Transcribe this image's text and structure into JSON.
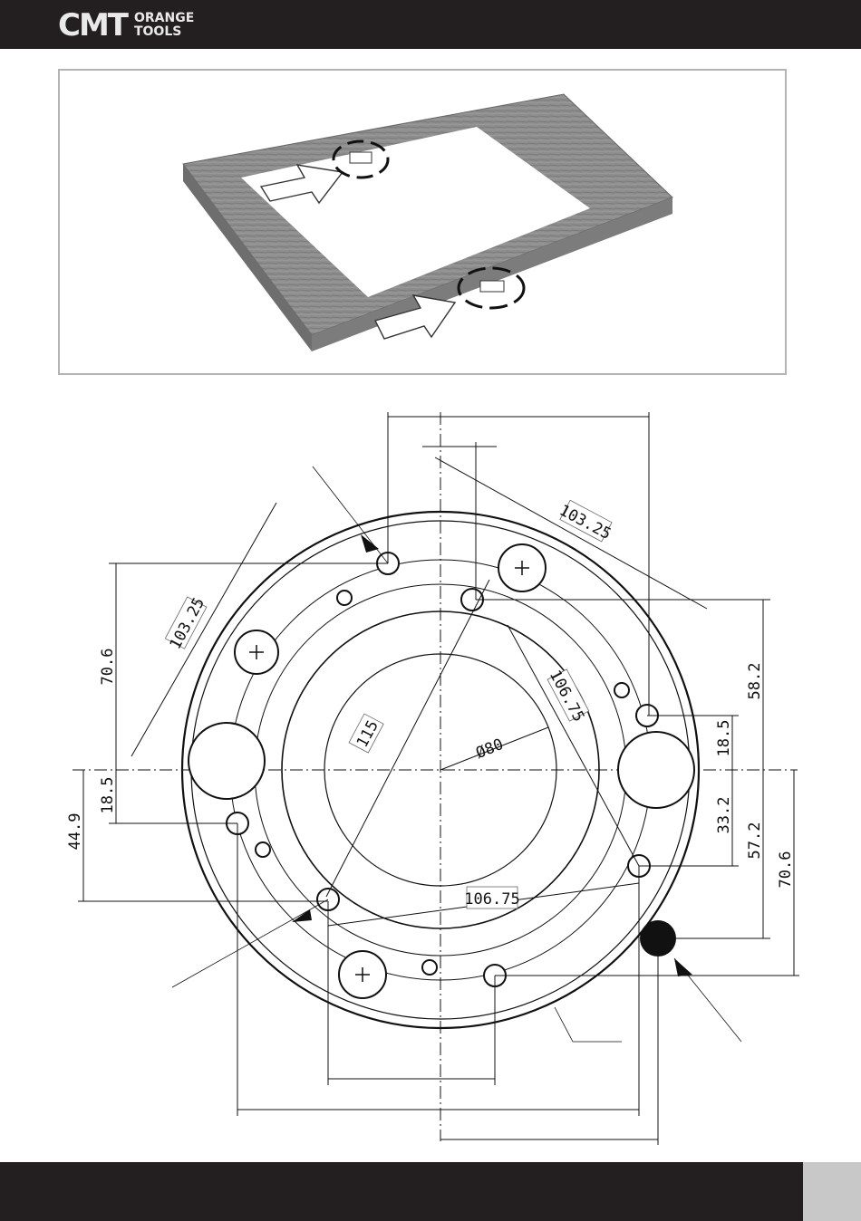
{
  "brand": {
    "name": "CMT",
    "sub_line1": "ORANGE",
    "sub_line2": "TOOLS"
  },
  "colors": {
    "bar": "#231f20",
    "page_box": "#c8c8c8",
    "wood": "#8a8a8a"
  },
  "illustration": {
    "subject": "square wood frame with rotating template"
  },
  "dimensions": {
    "top_103": "103.25",
    "left_103": "103.25",
    "d115": "115",
    "d80": "Ø80",
    "d106_right": "106.75",
    "d106_bottom": "106.75",
    "l70": "70.6",
    "l18": "18.5",
    "l44": "44.9",
    "r58": "58.2",
    "r18": "18.5",
    "r33": "33.2",
    "r57": "57.2",
    "r70": "70.6"
  }
}
